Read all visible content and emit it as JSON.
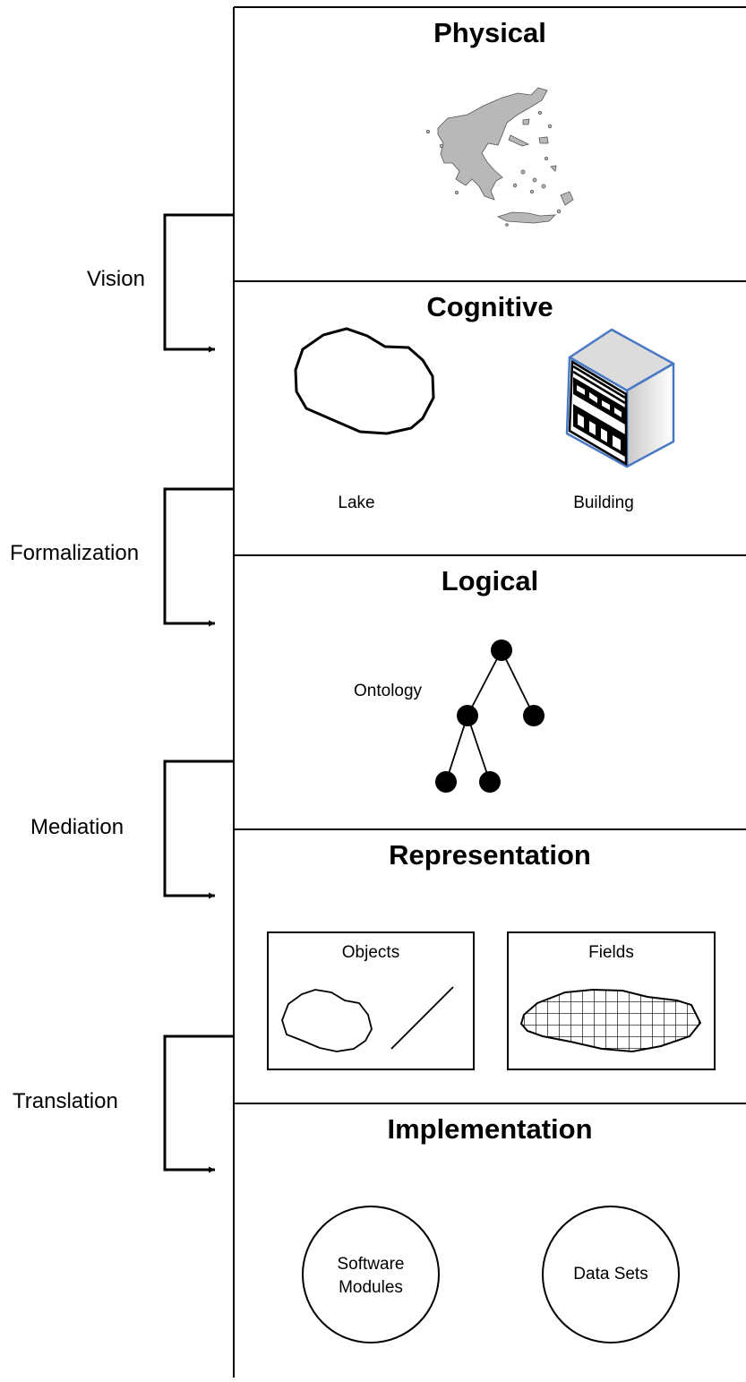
{
  "layers": [
    {
      "title": "Physical"
    },
    {
      "title": "Cognitive",
      "items": [
        "Lake",
        "Building"
      ]
    },
    {
      "title": "Logical",
      "items": [
        "Ontology"
      ]
    },
    {
      "title": "Representation",
      "items": [
        "Objects",
        "Fields"
      ]
    },
    {
      "title": "Implementation",
      "items": [
        "Software\nModules",
        "Data Sets"
      ]
    }
  ],
  "transitions": [
    "Vision",
    "Formalization",
    "Mediation",
    "Translation"
  ]
}
